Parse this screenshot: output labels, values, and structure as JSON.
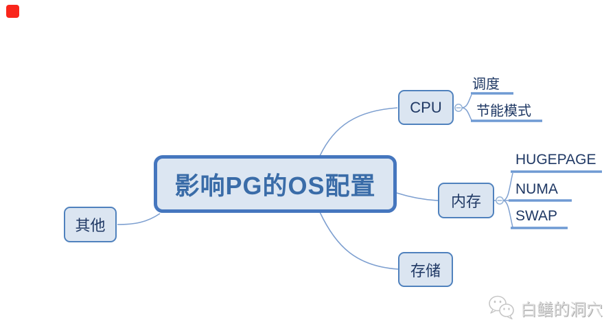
{
  "root": {
    "label": "影响PG的OS配置"
  },
  "branches": [
    {
      "id": "cpu",
      "label": "CPU",
      "children": [
        {
          "label": "调度"
        },
        {
          "label": "节能模式"
        }
      ]
    },
    {
      "id": "memory",
      "label": "内存",
      "children": [
        {
          "label": "HUGEPAGE"
        },
        {
          "label": "NUMA"
        },
        {
          "label": "SWAP"
        }
      ]
    },
    {
      "id": "storage",
      "label": "存储",
      "children": []
    },
    {
      "id": "other",
      "label": "其他",
      "children": []
    }
  ],
  "watermark": {
    "text": "白鳝的洞穴",
    "logo": "wechat-logo"
  },
  "marker": {
    "color": "#f9261b"
  },
  "colors": {
    "topic_fill": "#dbe5f1",
    "topic_border": "#4f81bd",
    "central_fill": "#dce6f2",
    "central_border": "#4576be",
    "central_text": "#3a6ca8",
    "topic_text": "#1f3864",
    "connector": "#7d9fd0",
    "child_underline": "#6f9ad3",
    "toggle_circle": "#95b3d7"
  }
}
